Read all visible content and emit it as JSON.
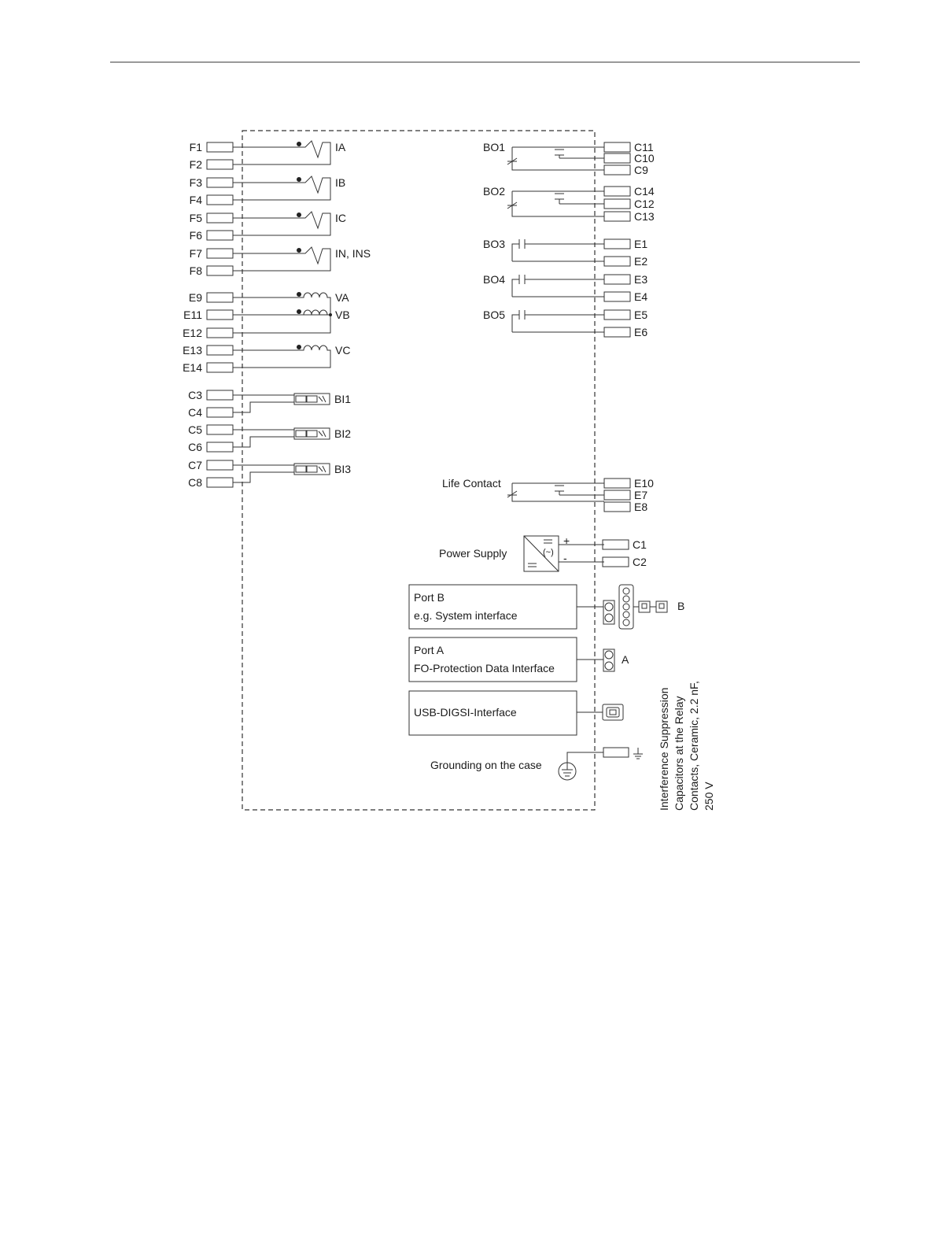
{
  "left_terminals": [
    {
      "label": "F1"
    },
    {
      "label": "F2"
    },
    {
      "label": "F3"
    },
    {
      "label": "F4"
    },
    {
      "label": "F5"
    },
    {
      "label": "F6"
    },
    {
      "label": "F7"
    },
    {
      "label": "F8"
    },
    {
      "label": "E9"
    },
    {
      "label": "E11"
    },
    {
      "label": "E12"
    },
    {
      "label": "E13"
    },
    {
      "label": "E14"
    },
    {
      "label": "C3"
    },
    {
      "label": "C4"
    },
    {
      "label": "C5"
    },
    {
      "label": "C6"
    },
    {
      "label": "C7"
    },
    {
      "label": "C8"
    }
  ],
  "current_inputs": [
    {
      "label": "IA"
    },
    {
      "label": "IB"
    },
    {
      "label": "IC"
    },
    {
      "label": "IN, INS"
    }
  ],
  "voltage_inputs": [
    {
      "label": "VA"
    },
    {
      "label": "VB"
    },
    {
      "label": "VC"
    }
  ],
  "binary_inputs": [
    {
      "label": "BI1"
    },
    {
      "label": "BI2"
    },
    {
      "label": "BI3"
    }
  ],
  "binary_outputs": [
    {
      "label": "BO1"
    },
    {
      "label": "BO2"
    },
    {
      "label": "BO3"
    },
    {
      "label": "BO4"
    },
    {
      "label": "BO5"
    }
  ],
  "right_terminals": [
    {
      "label": "C11"
    },
    {
      "label": "C10"
    },
    {
      "label": "C9"
    },
    {
      "label": "C14"
    },
    {
      "label": "C12"
    },
    {
      "label": "C13"
    },
    {
      "label": "E1"
    },
    {
      "label": "E2"
    },
    {
      "label": "E3"
    },
    {
      "label": "E4"
    },
    {
      "label": "E5"
    },
    {
      "label": "E6"
    },
    {
      "label": "E10"
    },
    {
      "label": "E7"
    },
    {
      "label": "E8"
    },
    {
      "label": "C1"
    },
    {
      "label": "C2"
    }
  ],
  "life_contact": "Life Contact",
  "power_supply": {
    "label": "Power Supply",
    "plus": "+",
    "minus": "-"
  },
  "ports": {
    "port_b": {
      "line1": "Port B",
      "line2": "e.g. System interface",
      "connector": "B"
    },
    "port_a": {
      "line1": "Port A",
      "line2": "FO-Protection Data Interface",
      "connector": "A"
    },
    "usb": {
      "label": "USB-DIGSI-Interface"
    }
  },
  "grounding": "Grounding on the case",
  "note": {
    "line1": "Interference Suppression",
    "line2": "Capacitors at the Relay",
    "line3": "Contacts, Ceramic, 2.2 nF,",
    "line4": "250 V"
  }
}
